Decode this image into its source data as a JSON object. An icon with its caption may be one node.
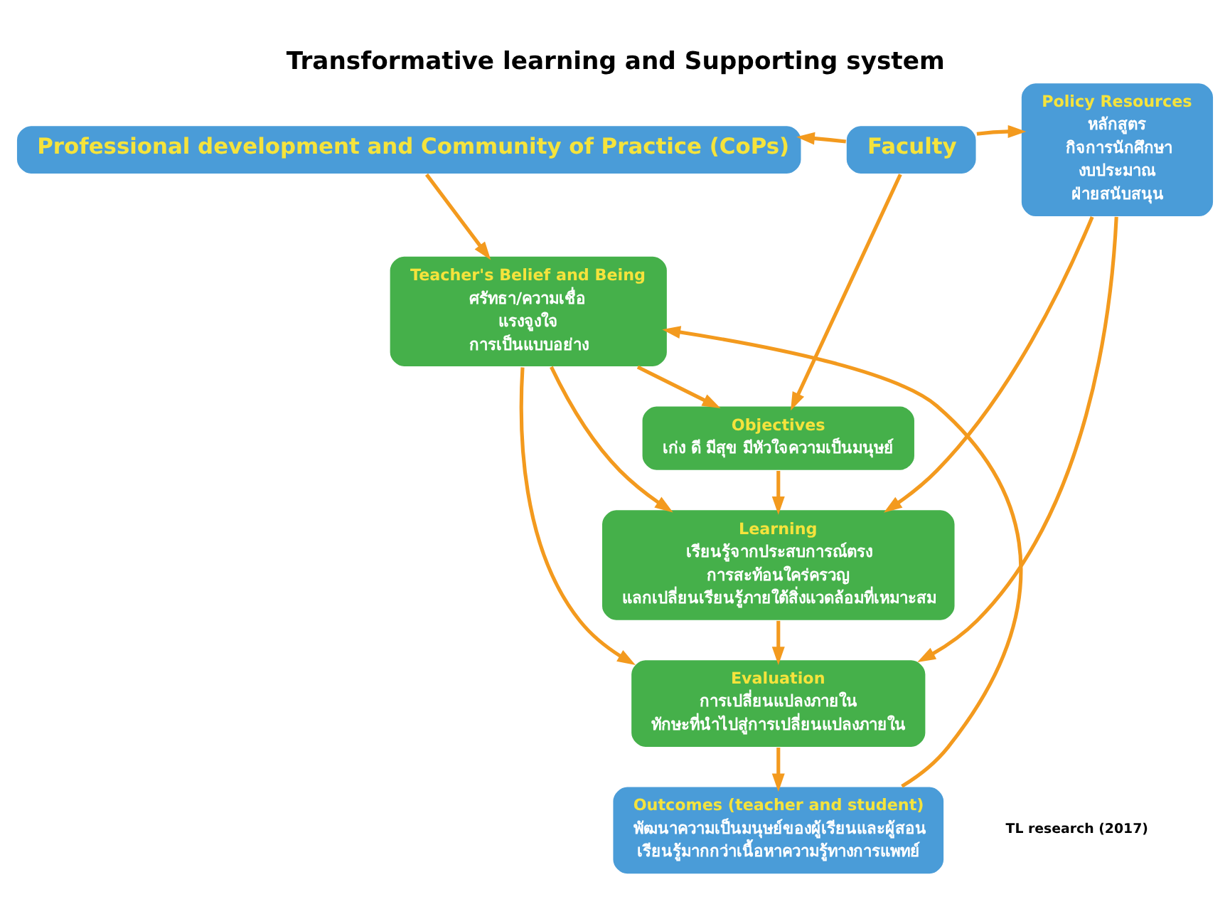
{
  "diagram": {
    "title": "Transformative learning and Supporting system",
    "nodes": [
      {
        "text": [
          "Professional development and Community of Practice (CoPs)"
        ]
      },
      {
        "text": [
          "Faculty"
        ]
      },
      {
        "text": [
          "Policy Resources",
          "หลักสูตร",
          "กิจการนักศึกษา",
          "งบประมาณ",
          "ฝ่ายสนับสนุน"
        ]
      },
      {
        "text": [
          "Objectives",
          "เก่ง ดี มีสุข มีหัวใจความเป็นมนุษย์"
        ]
      },
      {
        "text": [
          "Teacher's Belief and Being",
          "ศรัทธา/ความเชื่อ",
          "แรงจูงใจ",
          "การเป็นแบบอย่าง"
        ]
      },
      {
        "text": [
          "Learning",
          "เรียนรู้จากประสบการณ์ตรง",
          "การสะท้อนใคร่ครวญ",
          "แลกเปลี่ยนเรียนรู้ภายใต้สิ่งแวดล้อมที่เหมาะสม"
        ]
      },
      {
        "text": [
          "Evaluation",
          "การเปลี่ยนแปลงภายใน",
          "ทักษะที่นำไปสู่การเปลี่ยนแปลงภายใน"
        ]
      },
      {
        "text": [
          "Outcomes (teacher and student)",
          "พัฒนาความเป็นมนุษย์ของผู้เรียนและผู้สอน",
          "เรียนรู้มากกว่าเนื้อหาความรู้ทางการแพทย์"
        ]
      }
    ],
    "edges": [
      {
        "from": 1,
        "to": 0,
        "arrow": "to"
      },
      {
        "from": 1,
        "to": 2,
        "arrow": "to"
      },
      {
        "from": 1,
        "to": 3,
        "arrow": "to"
      },
      {
        "from": 0,
        "to": 4,
        "arrow": "to"
      },
      {
        "from": 3,
        "to": 5,
        "arrow": "to"
      },
      {
        "from": 5,
        "to": 6,
        "arrow": "to"
      },
      {
        "from": 6,
        "to": 7,
        "arrow": "to"
      },
      {
        "from": 7,
        "to": 4,
        "arrow": "to"
      },
      {
        "from": 4,
        "to": 5,
        "arrow": "to"
      },
      {
        "from": 4,
        "to": 3,
        "arrow": "to"
      },
      {
        "from": 4,
        "to": 6,
        "arrow": "to"
      },
      {
        "from": 2,
        "to": 5,
        "arrow": "to"
      },
      {
        "from": 2,
        "to": 6,
        "arrow": "to"
      }
    ],
    "labels": [
      "TL research (2017)"
    ]
  }
}
